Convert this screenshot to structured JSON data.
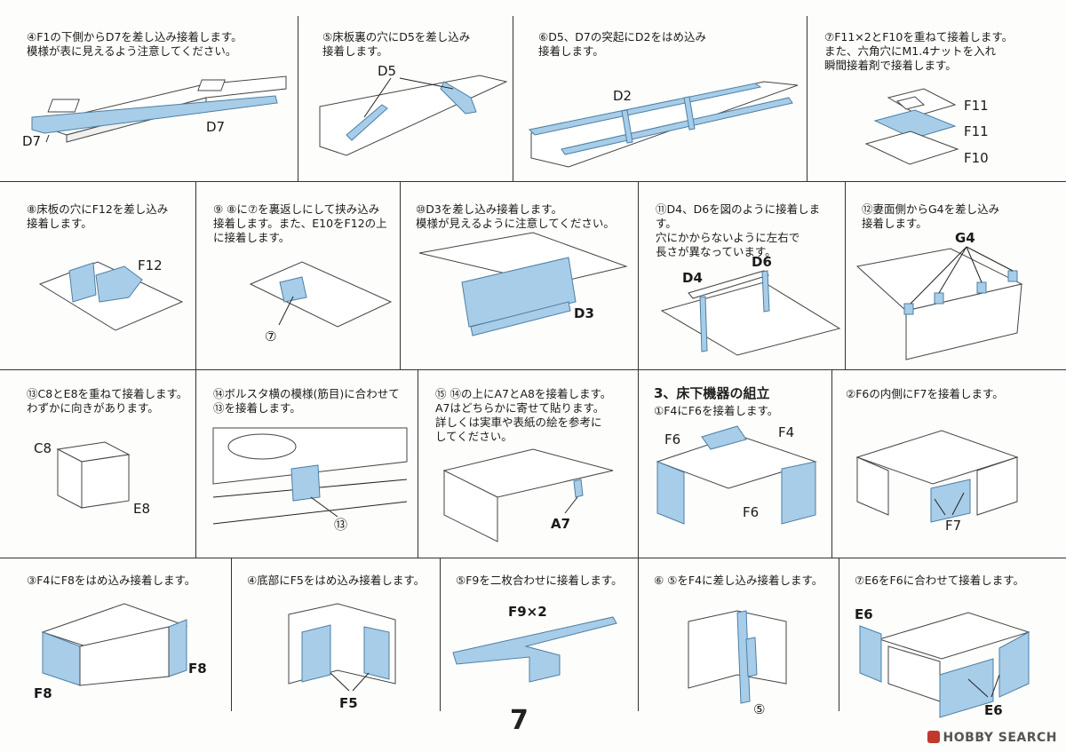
{
  "page_number": "7",
  "logo_text": "HOBBY SEARCH",
  "steps": [
    {
      "id": "s4",
      "text": "④F1の下側からD7を差し込み接着します。\n模様が表に見えるよう注意してください。",
      "labels": [
        "D7",
        "D7"
      ]
    },
    {
      "id": "s5",
      "text": "⑤床板裏の穴にD5を差し込み\n接着します。",
      "labels": [
        "D5"
      ]
    },
    {
      "id": "s6",
      "text": "⑥D5、D7の突起にD2をはめ込み\n接着します。",
      "labels": [
        "D2"
      ]
    },
    {
      "id": "s7",
      "text": "⑦F11×2とF10を重ねて接着します。\nまた、六角穴にM1.4ナットを入れ\n瞬間接着剤で接着します。",
      "labels": [
        "F11",
        "F11",
        "F10"
      ]
    },
    {
      "id": "s8",
      "text": "⑧床板の穴にF12を差し込み\n接着します。",
      "labels": [
        "F12"
      ]
    },
    {
      "id": "s9",
      "text": "⑨ ⑧に⑦を裏返しにして挟み込み\n接着します。また、E10をF12の上\nに接着します。",
      "labels": [
        "⑦"
      ]
    },
    {
      "id": "s10",
      "text": "⑩D3を差し込み接着します。\n模様が見えるように注意してください。",
      "labels": [
        "D3"
      ]
    },
    {
      "id": "s11",
      "text": "⑪D4、D6を図のように接着します。\n穴にかからないように左右で\n長さが異なっています。",
      "labels": [
        "D4",
        "D6"
      ]
    },
    {
      "id": "s12",
      "text": "⑫妻面側からG4を差し込み\n接着します。",
      "labels": [
        "G4"
      ]
    },
    {
      "id": "s13",
      "text": "⑬C8とE8を重ねて接着します。\nわずかに向きがあります。",
      "labels": [
        "C8",
        "E8"
      ]
    },
    {
      "id": "s14",
      "text": "⑭ボルスタ横の模様(筋目)に合わせて\n⑬を接着します。",
      "labels": [
        "⑬"
      ]
    },
    {
      "id": "s15",
      "text": "⑮ ⑭の上にA7とA8を接着します。\nA7はどちらかに寄せて貼ります。\n詳しくは実車や表紙の絵を参考に\nしてください。",
      "labels": [
        "A7"
      ]
    },
    {
      "id": "u1",
      "section": "3、床下機器の組立",
      "text": "①F4にF6を接着します。",
      "labels": [
        "F6",
        "F4",
        "F6"
      ]
    },
    {
      "id": "u2",
      "text": "②F6の内側にF7を接着します。",
      "labels": [
        "F7"
      ]
    },
    {
      "id": "u3",
      "text": "③F4にF8をはめ込み接着します。",
      "labels": [
        "F8",
        "F8"
      ]
    },
    {
      "id": "u4",
      "text": "④底部にF5をはめ込み接着します。",
      "labels": [
        "F5"
      ]
    },
    {
      "id": "u5",
      "text": "⑤F9を二枚合わせに接着します。",
      "labels": [
        "F9×2"
      ]
    },
    {
      "id": "u6",
      "text": "⑥ ⑤をF4に差し込み接着します。",
      "labels": [
        "⑤"
      ]
    },
    {
      "id": "u7",
      "text": "⑦E6をF6に合わせて接着します。",
      "labels": [
        "E6",
        "E6"
      ]
    }
  ]
}
